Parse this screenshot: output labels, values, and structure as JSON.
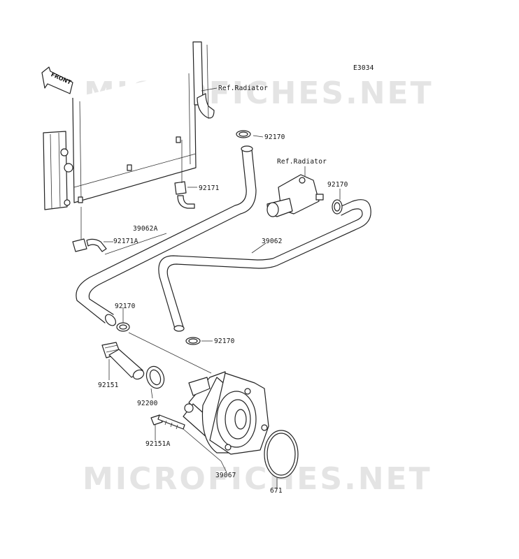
{
  "diagram_code": "E3034",
  "watermark": "MICROFICHES.NET",
  "front_arrow_label": "FRONT",
  "labels": {
    "ref_radiator_1": "Ref.Radiator",
    "ref_radiator_2": "Ref.Radiator",
    "clamp_top": "92170",
    "clamp_right": "92170",
    "clamp_left": "92170",
    "clamp_lower": "92170",
    "holder_92171": "92171",
    "holder_92171a": "92171A",
    "hose_39062a": "39062A",
    "hose_39062": "39062",
    "fitting_92151": "92151",
    "oring_92200": "92200",
    "bolt_92151a": "92151A",
    "cooler_39067": "39067",
    "oring_671": "671"
  }
}
